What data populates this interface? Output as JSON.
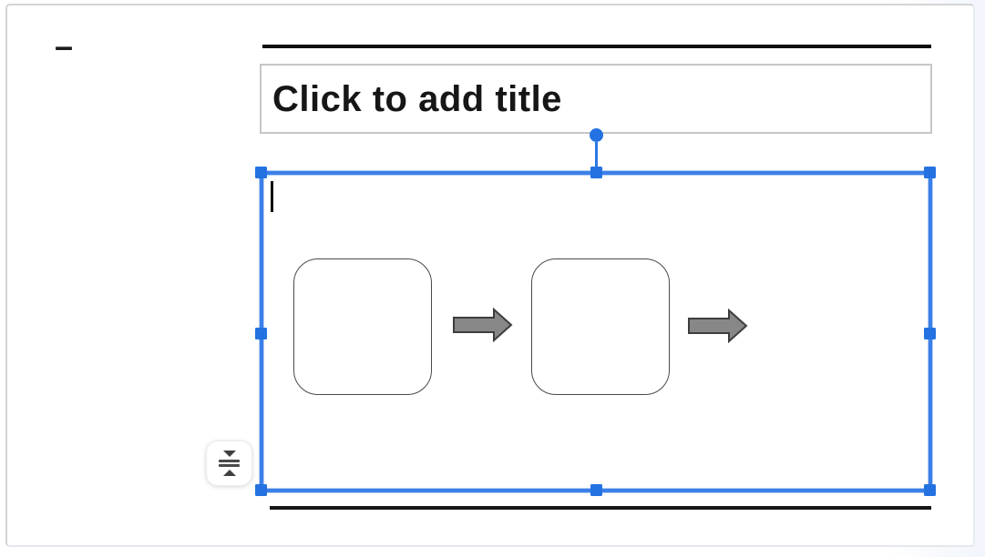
{
  "editor": {
    "slide": {
      "dash_mark": "–",
      "title_placeholder": "Click to add title",
      "body_placeholder": {
        "state": "selected",
        "text": "",
        "diagram": {
          "type": "process-flow",
          "steps": [
            {
              "id": 1,
              "label": ""
            },
            {
              "id": 2,
              "label": ""
            },
            {
              "id": 3,
              "label": ""
            }
          ],
          "connectors": [
            "arrow-right",
            "arrow-right"
          ]
        }
      }
    },
    "controls": {
      "autofit_button_icon": "vertical-align-middle-icon",
      "selection_handles": [
        "top-left",
        "top",
        "top-right",
        "left",
        "right",
        "bottom-left",
        "bottom",
        "bottom-right"
      ],
      "rotation_handle": "rotate-handle"
    },
    "colors": {
      "selection_blue": "#2472e2",
      "selection_fringe": "#b3cdf6",
      "shape_outline": "#4a4a4a",
      "arrow_fill": "#878787",
      "arrow_outline": "#3d3d3d",
      "divider_black": "#0f0f0f",
      "title_text": "#161616",
      "placeholder_border": "#c6c6c6",
      "icon_color": "#3f3f3f"
    }
  }
}
